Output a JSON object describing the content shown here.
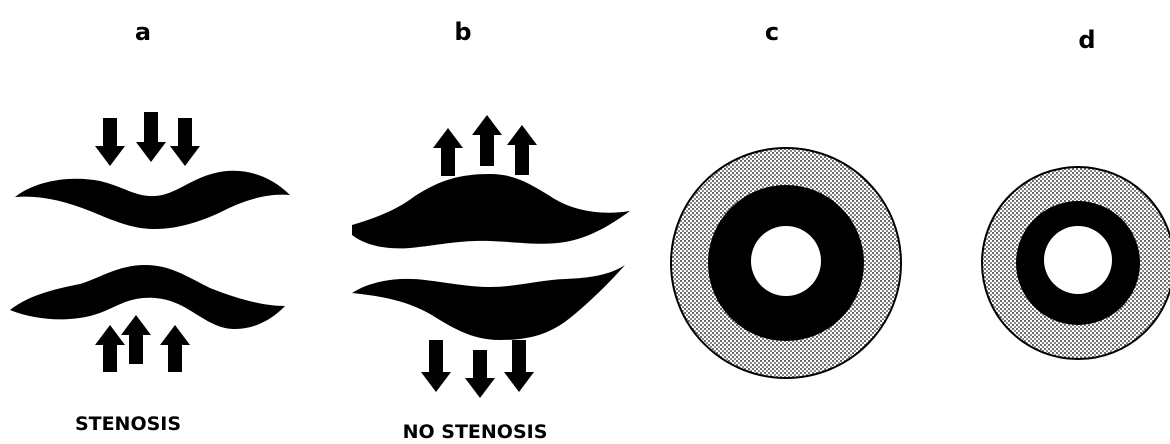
{
  "panels": [
    {
      "letter": "a",
      "caption": "STENOSIS"
    },
    {
      "letter": "b",
      "caption": "NO STENOSIS"
    },
    {
      "letter": "c"
    },
    {
      "letter": "d"
    }
  ],
  "colors": {
    "wall": "#000000",
    "stipple": "#c4c4c4",
    "lumen": "#ffffff",
    "background": "#ffffff"
  }
}
